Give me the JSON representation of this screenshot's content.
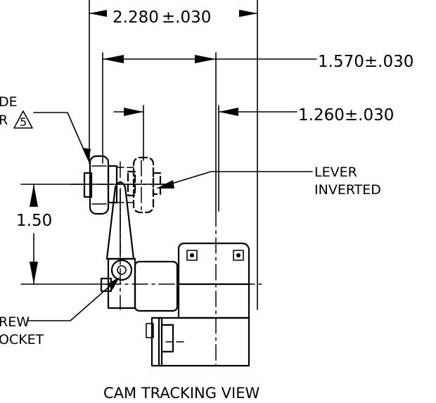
{
  "labels": {
    "dim_overall": "2.280",
    "dim_overall_tol": "±.030",
    "dim_roller": "1.570",
    "dim_roller_tol": "±.030",
    "dim_center": "1.260",
    "dim_center_tol": "±.030",
    "dim_vertical": "1.50",
    "note_lever_line1": "LEVER",
    "note_lever_line2": "INVERTED",
    "note_side_line1": "DE",
    "note_side_line2": "R",
    "note_flag": "5",
    "note_screw_line1": "REW",
    "note_screw_line2": "OCKET",
    "caption": "CAM TRACKING VIEW"
  },
  "colors": {
    "ink": "#000000",
    "paper": "#ffffff"
  }
}
